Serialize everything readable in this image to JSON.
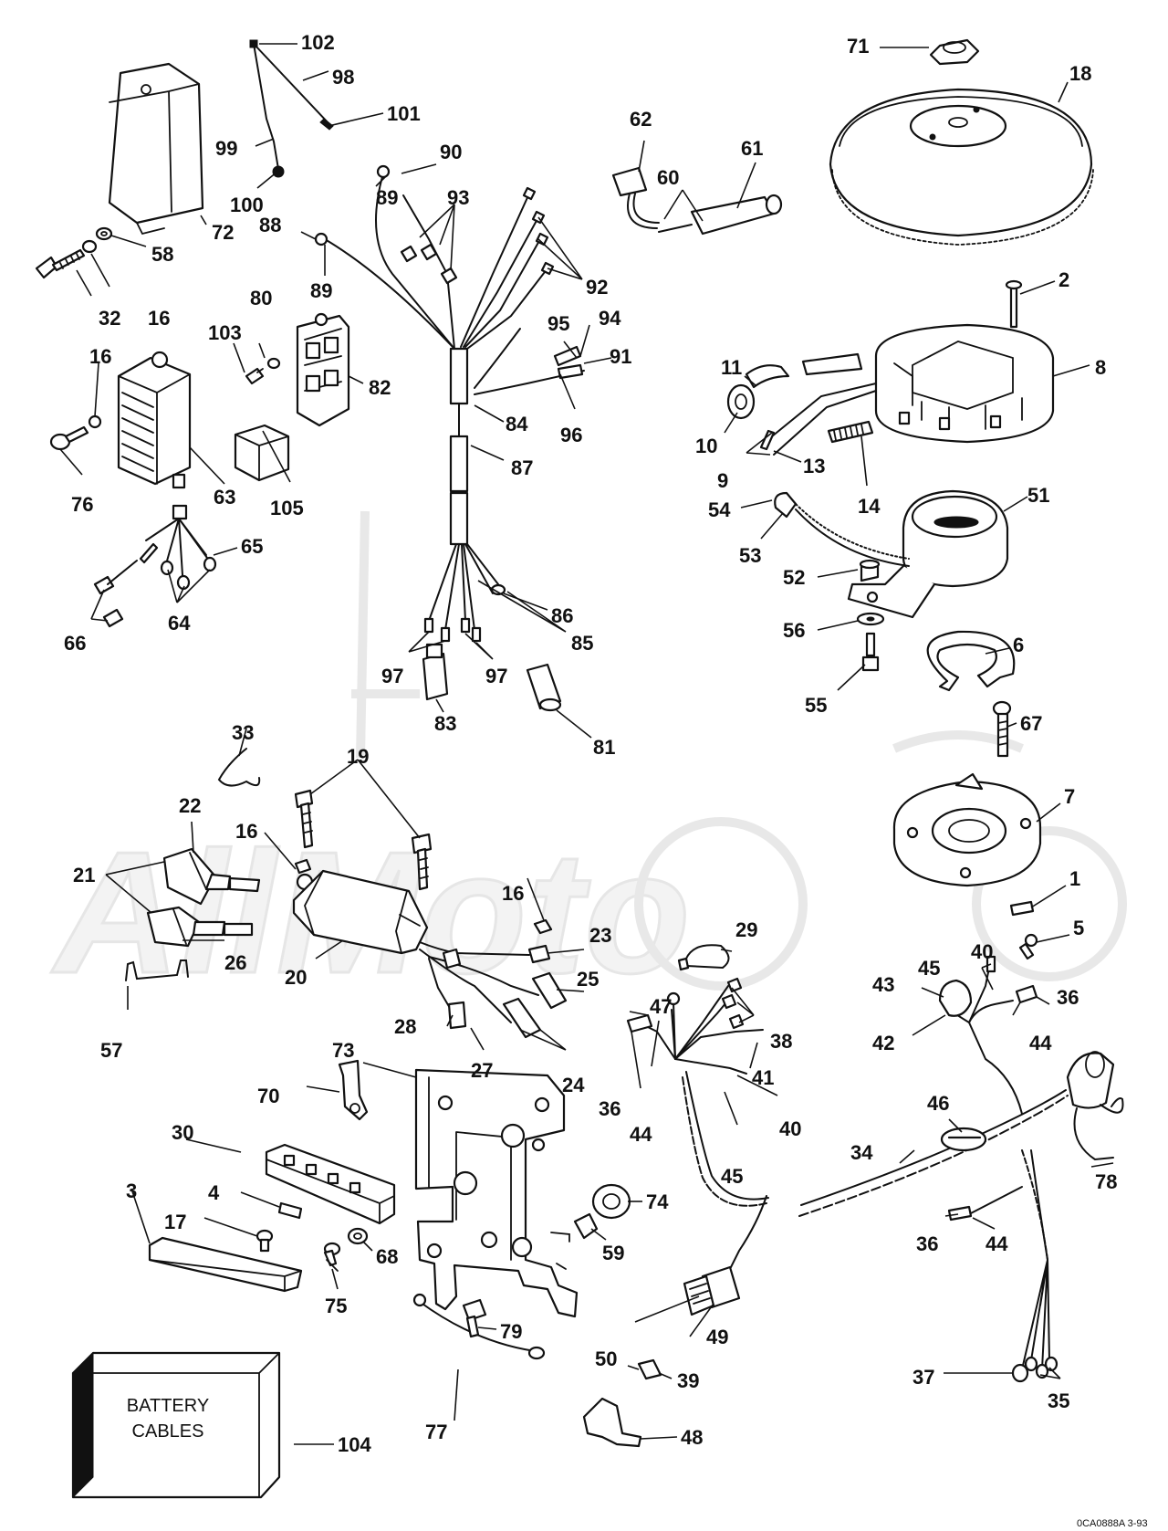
{
  "watermark": "AllMoto",
  "battery_box": {
    "line1": "BATTERY",
    "line2": "CABLES"
  },
  "figure_ref": "0CA0888A   3-93",
  "callouts": {
    "c1": "1",
    "c2": "2",
    "c3": "3",
    "c4": "4",
    "c5": "5",
    "c6": "6",
    "c7": "7",
    "c8": "8",
    "c9": "9",
    "c10": "10",
    "c11": "11",
    "c13": "13",
    "c14": "14",
    "c16a": "16",
    "c16b": "16",
    "c16c": "16",
    "c16d": "16",
    "c17": "17",
    "c18": "18",
    "c19": "19",
    "c20": "20",
    "c21": "21",
    "c22": "22",
    "c23": "23",
    "c24": "24",
    "c25": "25",
    "c26": "26",
    "c27": "27",
    "c28": "28",
    "c29": "29",
    "c30": "30",
    "c32": "32",
    "c33": "33",
    "c34": "34",
    "c35": "35",
    "c36a": "36",
    "c36b": "36",
    "c36c": "36",
    "c37": "37",
    "c38": "38",
    "c39": "39",
    "c40a": "40",
    "c40b": "40",
    "c41": "41",
    "c42": "42",
    "c43": "43",
    "c44a": "44",
    "c44b": "44",
    "c44c": "44",
    "c45a": "45",
    "c45b": "45",
    "c46": "46",
    "c47": "47",
    "c48": "48",
    "c49": "49",
    "c50": "50",
    "c51": "51",
    "c52": "52",
    "c53": "53",
    "c54": "54",
    "c55": "55",
    "c56": "56",
    "c57": "57",
    "c58": "58",
    "c59": "59",
    "c60": "60",
    "c61": "61",
    "c62": "62",
    "c63": "63",
    "c64": "64",
    "c65": "65",
    "c66": "66",
    "c67": "67",
    "c68": "68",
    "c70": "70",
    "c71": "71",
    "c72": "72",
    "c73": "73",
    "c74": "74",
    "c75": "75",
    "c76": "76",
    "c77": "77",
    "c78": "78",
    "c79": "79",
    "c80": "80",
    "c81": "81",
    "c82": "82",
    "c83": "83",
    "c84": "84",
    "c85": "85",
    "c86": "86",
    "c87": "87",
    "c88": "88",
    "c89a": "89",
    "c89b": "89",
    "c90": "90",
    "c91": "91",
    "c92": "92",
    "c93": "93",
    "c94": "94",
    "c95": "95",
    "c96": "96",
    "c97a": "97",
    "c97b": "97",
    "c98": "98",
    "c99": "99",
    "c100": "100",
    "c101": "101",
    "c102": "102",
    "c103": "103",
    "c104": "104",
    "c105": "105"
  }
}
